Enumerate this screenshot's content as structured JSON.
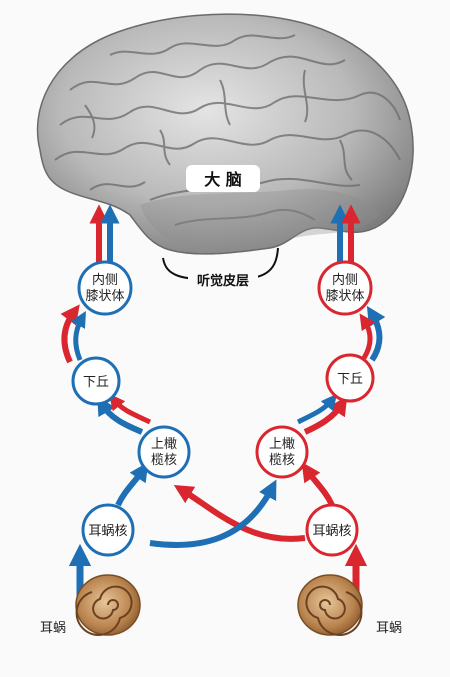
{
  "labels": {
    "brain": "大 脑",
    "auditory_cortex": "听觉皮层",
    "cochlea_left": "耳蜗",
    "cochlea_right": "耳蜗"
  },
  "left_nodes": {
    "mgb_line1": "内侧",
    "mgb_line2": "膝状体",
    "ic": "下丘",
    "soc_line1": "上橄",
    "soc_line2": "榄核",
    "cn": "耳蜗核"
  },
  "right_nodes": {
    "mgb_line1": "内侧",
    "mgb_line2": "膝状体",
    "ic": "下丘",
    "soc_line1": "上橄",
    "soc_line2": "榄核",
    "cn": "耳蜗核"
  },
  "colors": {
    "blue": "#1f6fb5",
    "red": "#d9262f",
    "brain_gray": "#9a9a9a",
    "snail": "#b07a45"
  }
}
